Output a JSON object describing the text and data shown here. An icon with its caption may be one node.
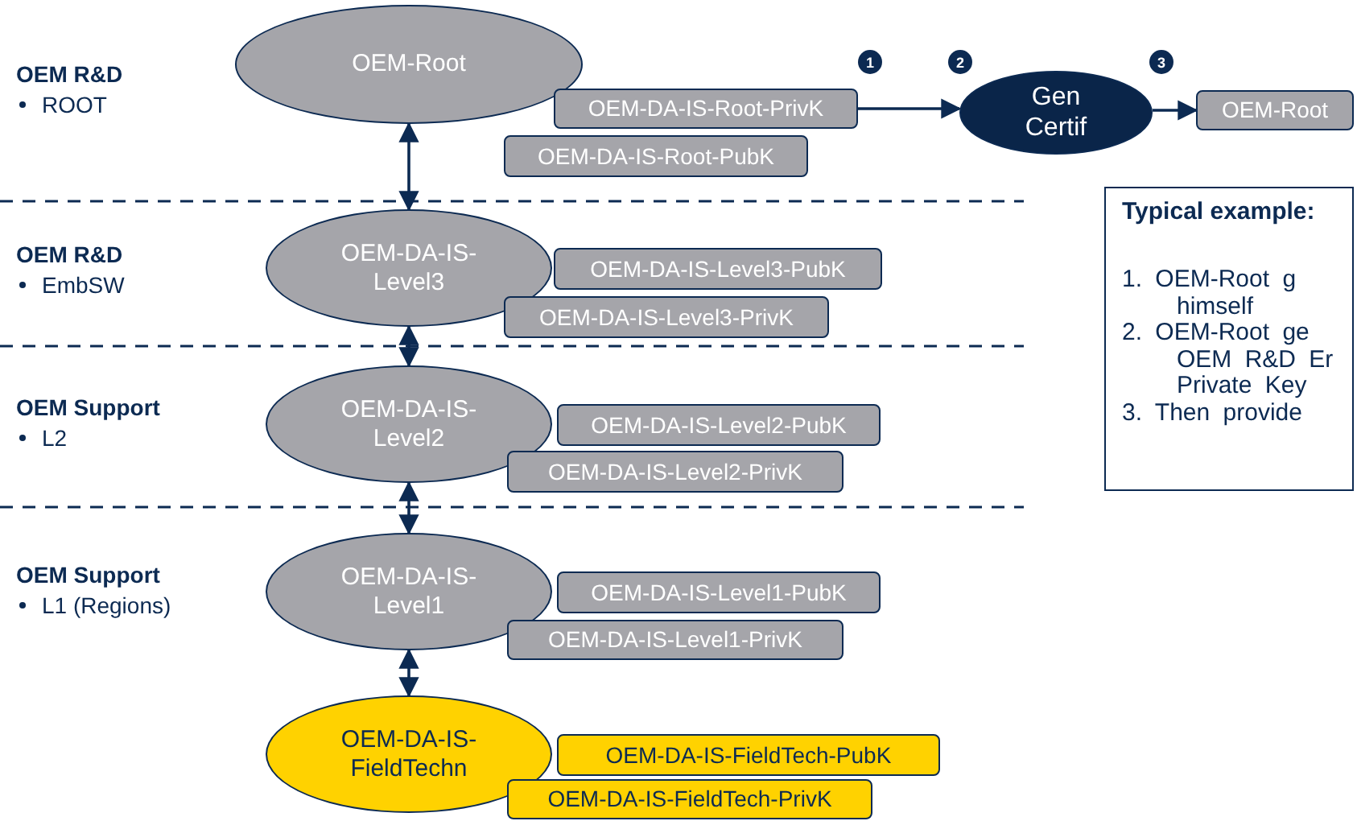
{
  "diagram": {
    "nodes": [
      {
        "text": [
          "OEM-Root"
        ]
      },
      {
        "text": [
          "OEM-DA-IS-Root-PrivK"
        ]
      },
      {
        "text": [
          "OEM-DA-IS-Root-PubK"
        ]
      },
      {
        "text": [
          "Gen Certif"
        ]
      },
      {
        "text": [
          "OEM-Root"
        ]
      },
      {
        "text": [
          "OEM-DA-IS-Level3"
        ]
      },
      {
        "text": [
          "OEM-DA-IS-Level3-PubK"
        ]
      },
      {
        "text": [
          "OEM-DA-IS-Level3-PrivK"
        ]
      },
      {
        "text": [
          "OEM-DA-IS-Level2"
        ]
      },
      {
        "text": [
          "OEM-DA-IS-Level2-PubK"
        ]
      },
      {
        "text": [
          "OEM-DA-IS-Level2-PrivK"
        ]
      },
      {
        "text": [
          "OEM-DA-IS-Level1"
        ]
      },
      {
        "text": [
          "OEM-DA-IS-Level1-PubK"
        ]
      },
      {
        "text": [
          "OEM-DA-IS-Level1-PrivK"
        ]
      },
      {
        "text": [
          "OEM-DA-IS-FieldTechn"
        ]
      },
      {
        "text": [
          "OEM-DA-IS-FieldTech-PubK"
        ]
      },
      {
        "text": [
          "OEM-DA-IS-FieldTech-PrivK"
        ]
      },
      {
        "text": [
          "Typical example:",
          "1. OEM-Root g himself",
          "2. OEM-Root ge OEM R&D Er Private Key",
          "3. Then provide"
        ]
      }
    ],
    "edges": [
      {
        "from": 0,
        "to": 5,
        "arrow": "both"
      },
      {
        "from": 5,
        "to": 8,
        "arrow": "both"
      },
      {
        "from": 8,
        "to": 11,
        "arrow": "both"
      },
      {
        "from": 11,
        "to": 14,
        "arrow": "both"
      },
      {
        "from": 1,
        "to": 3,
        "arrow": "to"
      },
      {
        "from": 3,
        "to": 4,
        "arrow": "to"
      }
    ],
    "labels": [
      "OEM R&D",
      "ROOT",
      "1",
      "2",
      "3",
      "OEM R&D",
      "EmbSW",
      "OEM Support",
      "L2",
      "OEM Support",
      "L1 (Regions)"
    ]
  }
}
